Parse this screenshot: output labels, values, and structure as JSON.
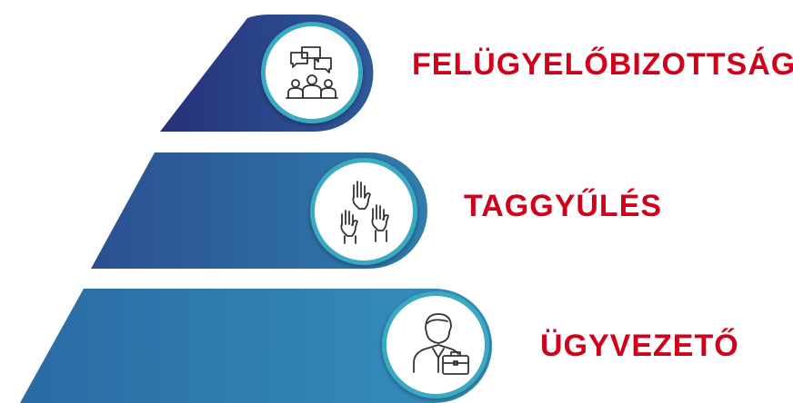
{
  "colors": {
    "accent_text": "#d0021b",
    "tier_top": [
      "#27307a",
      "#2d4f93"
    ],
    "tier_mid": [
      "#2d5a98",
      "#2f7fae"
    ],
    "tier_bot": [
      "#2c6fa8",
      "#3591bd"
    ],
    "circle_ring": "#3aa9c1",
    "icon_stroke": "#333333"
  },
  "tiers": [
    {
      "id": "top",
      "label": "FELÜGYELŐBIZOTTSÁG",
      "icon": "board-meeting-icon"
    },
    {
      "id": "mid",
      "label": "TAGGYŰLÉS",
      "icon": "raised-hands-icon"
    },
    {
      "id": "bot",
      "label": "ÜGYVEZETŐ",
      "icon": "manager-briefcase-icon"
    }
  ]
}
